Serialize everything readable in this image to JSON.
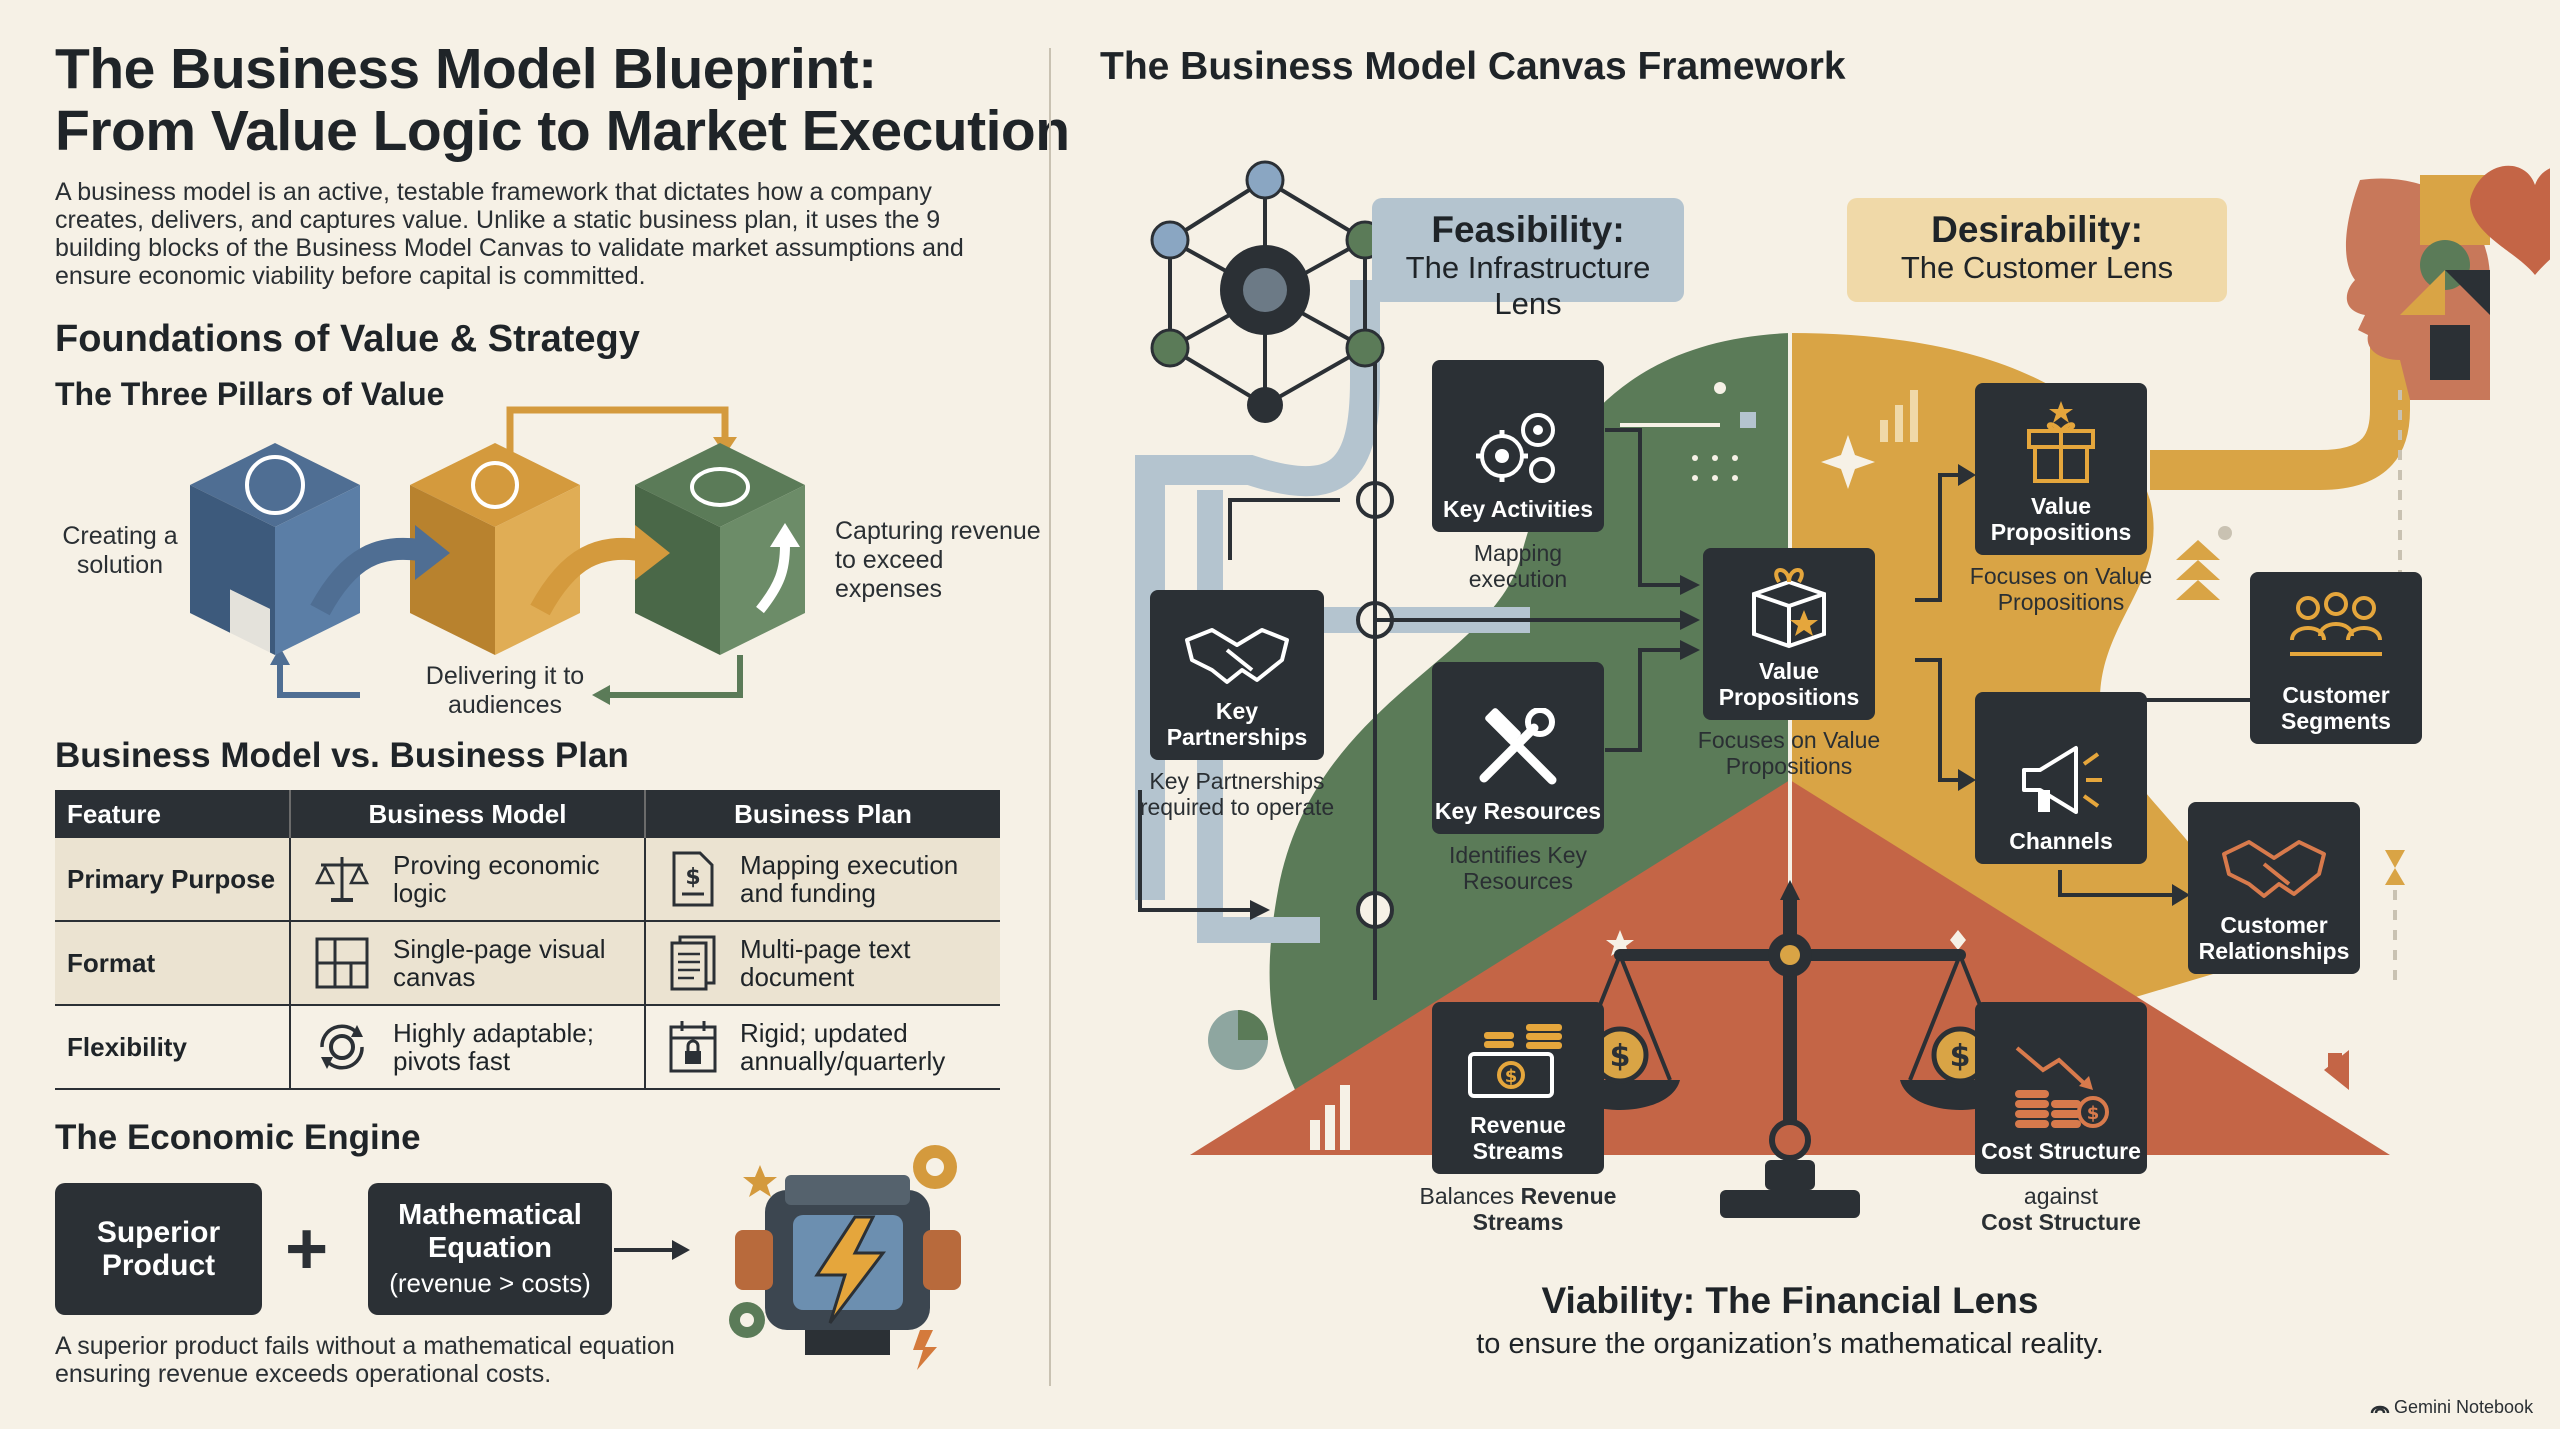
{
  "header": {
    "title_line1": "The Business Model Blueprint:",
    "title_line2": "From Value Logic to Market Execution",
    "intro": "A business model is an active, testable framework that dictates how a company creates, delivers, and captures value. Unlike a static business plan, it uses the 9 building blocks of the Business Model Canvas to validate market assumptions and ensure economic viability before capital is committed."
  },
  "foundations": {
    "heading": "Foundations of Value & Strategy",
    "pillars_heading": "The Three Pillars of Value",
    "pillar_create": "Creating a solution",
    "pillar_deliver": "Delivering it to audiences",
    "pillar_capture": "Capturing revenue to exceed expenses"
  },
  "comparison": {
    "heading": "Business Model vs. Business Plan",
    "headers": [
      "Feature",
      "Business Model",
      "Business Plan"
    ],
    "rows": [
      {
        "feature": "Primary Purpose",
        "model": "Proving economic logic",
        "plan": "Mapping execution and funding"
      },
      {
        "feature": "Format",
        "model": "Single-page visual canvas",
        "plan": "Multi-page text document"
      },
      {
        "feature": "Flexibility",
        "model": "Highly adaptable; pivots fast",
        "plan": "Rigid; updated annually/quarterly"
      }
    ]
  },
  "engine": {
    "heading": "The Economic Engine",
    "box1": "Superior Product",
    "plus": "+",
    "box2_title": "Mathematical Equation",
    "box2_sub": "(revenue > costs)",
    "note": "A superior product fails without a mathematical equation ensuring revenue exceeds operational costs."
  },
  "canvas": {
    "heading": "The Business Model Canvas Framework",
    "feasibility_title": "Feasibility:",
    "feasibility_sub": "The Infrastructure Lens",
    "desirability_title": "Desirability:",
    "desirability_sub": "The Customer Lens",
    "viability_title": "Viability: The Financial Lens",
    "viability_sub": "to ensure the organization’s mathematical reality.",
    "blocks": {
      "key_activities": "Key Activities",
      "key_activities_cap": "Mapping execution",
      "key_partnerships": "Key Partnerships",
      "key_partnerships_cap": "Key Partnerships required to operate",
      "key_resources": "Key Resources",
      "key_resources_cap": "Identifies Key Resources",
      "value_prop_center": "Value Propositions",
      "value_prop_center_cap": "Focuses on Value Propositions",
      "value_prop_right": "Value Propositions",
      "value_prop_right_cap": "Focuses on Value Propositions",
      "channels": "Channels",
      "customer_segments": "Customer Segments",
      "customer_relationships": "Customer Relationships",
      "revenue_streams": "Revenue Streams",
      "revenue_cap_plain": "Balances",
      "revenue_cap_bold": "Revenue Streams",
      "cost_structure": "Cost Structure",
      "cost_cap_plain": "against",
      "cost_cap_bold": "Cost Structure"
    }
  },
  "footer": {
    "brand": "Gemini Notebook"
  },
  "colors": {
    "dark": "#2b3035",
    "blue": "#4f6e93",
    "ochre": "#d49a3d",
    "green": "#5b7b58",
    "terracotta": "#c46546",
    "cream": "#f6f1e6"
  }
}
